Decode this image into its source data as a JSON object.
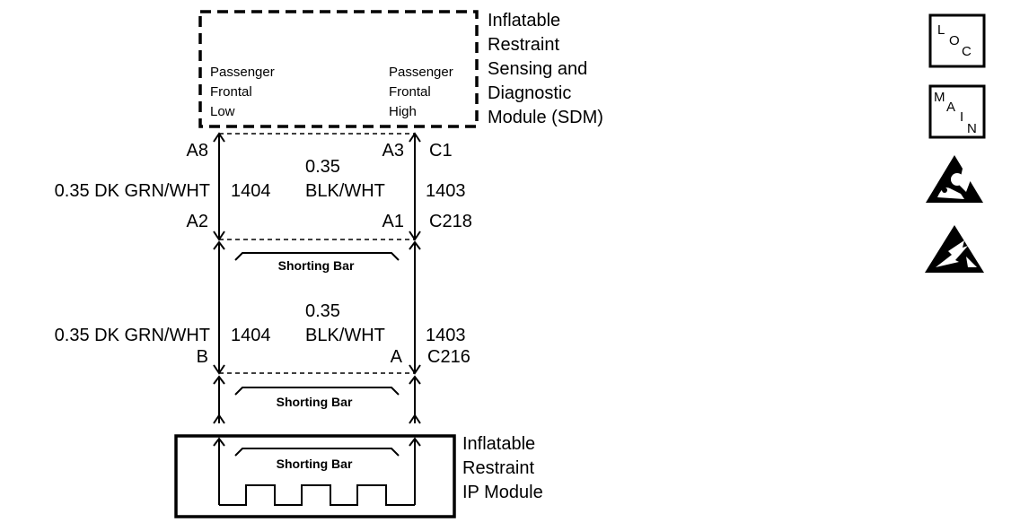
{
  "sdm": {
    "title_lines": [
      "Inflatable",
      "Restraint",
      "Sensing and",
      "Diagnostic",
      "Module (SDM)"
    ],
    "left_circuit_lines": [
      "Passenger",
      "Frontal",
      "Low"
    ],
    "right_circuit_lines": [
      "Passenger",
      "Frontal",
      "High"
    ]
  },
  "section1": {
    "pin_left_top": "A8",
    "pin_right_top": "A3",
    "connector_top": "C1",
    "left_wire": "0.35 DK GRN/WHT",
    "left_circuit": "1404",
    "right_wire_gauge": "0.35",
    "right_wire_color": "BLK/WHT",
    "right_circuit": "1403",
    "pin_left_bottom": "A2",
    "pin_right_bottom": "A1",
    "connector_bottom": "C218",
    "shorting_bar": "Shorting Bar"
  },
  "section2": {
    "left_wire": "0.35 DK GRN/WHT",
    "left_circuit": "1404",
    "right_wire_gauge": "0.35",
    "right_wire_color": "BLK/WHT",
    "right_circuit": "1403",
    "pin_left": "B",
    "pin_right": "A",
    "connector": "C216",
    "shorting_bar": "Shorting Bar"
  },
  "ip_module": {
    "title_lines": [
      "Inflatable",
      "Restraint",
      "IP Module"
    ],
    "shorting_bar": "Shorting Bar"
  },
  "icons": {
    "loc": [
      "L",
      "O",
      "C"
    ],
    "main": [
      "M",
      "A",
      "I",
      "N"
    ],
    "airbag_warning": "airbag-warning-icon",
    "esd_warning": "esd-warning-icon"
  }
}
